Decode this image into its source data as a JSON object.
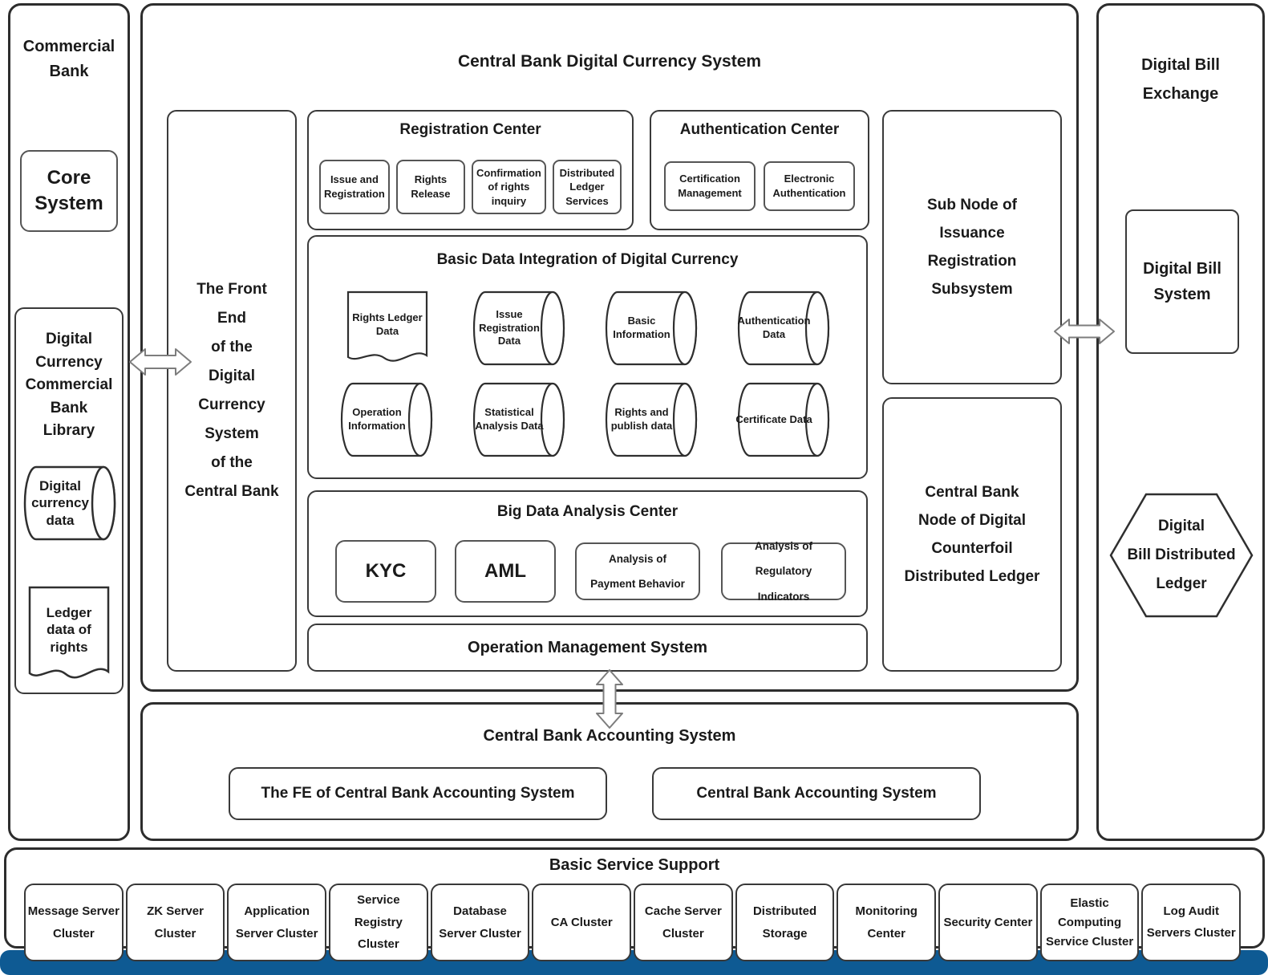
{
  "diagram": {
    "colors": {
      "accent_bar": "#0e5a93",
      "border": "#2d2d2d"
    },
    "left_panel": {
      "title": "Commercial Bank",
      "core_system": "Core System",
      "library_title": "Digital Currency Commercial Bank Library",
      "digital_currency_data": "Digital currency data",
      "ledger_data_of_rights": "Ledger data of rights"
    },
    "central_panel": {
      "title": "Central Bank Digital Currency System",
      "front_end_lines": [
        "The Front",
        "End",
        "of the",
        "Digital",
        "Currency",
        "System",
        "of the",
        "Central Bank"
      ],
      "registration_center": {
        "title": "Registration Center",
        "items": [
          "Issue and Registration",
          "Rights Release",
          "Confirmation of rights inquiry",
          "Distributed Ledger Services"
        ]
      },
      "authentication_center": {
        "title": "Authentication Center",
        "items": [
          "Certification Management",
          "Electronic Authentication"
        ]
      },
      "basic_data": {
        "title": "Basic Data Integration of Digital Currency",
        "row1": [
          "Rights Ledger Data",
          "Issue Registration Data",
          "Basic Information",
          "Authentication Data"
        ],
        "row2": [
          "Operation Information",
          "Statistical Analysis Data",
          "Rights and publish data",
          "Certificate Data"
        ]
      },
      "big_data": {
        "title": "Big Data Analysis Center",
        "items": [
          "KYC",
          "AML",
          "Analysis of Payment Behavior",
          "Analysis of Regulatory Indicators"
        ]
      },
      "operation_management": "Operation Management System",
      "sub_node_lines": [
        "Sub Node of",
        "Issuance",
        "Registration",
        "Subsystem"
      ],
      "cb_node_lines": [
        "Central Bank",
        "Node of Digital",
        "Counterfoil",
        "Distributed Ledger"
      ]
    },
    "right_panel": {
      "title": "Digital Bill Exchange",
      "digital_bill_system": "Digital Bill System",
      "hexagon_lines": [
        "Digital",
        "Bill Distributed",
        "Ledger"
      ]
    },
    "accounting_panel": {
      "title": "Central Bank Accounting System",
      "fe_box": "The FE of Central Bank Accounting System",
      "cb_box": "Central Bank Accounting System"
    },
    "bss": {
      "title": "Basic Service Support",
      "clusters": [
        "Message Server Cluster",
        "ZK Server Cluster",
        "Application Server Cluster",
        "Service Registry Cluster",
        "Database Server Cluster",
        "CA Cluster",
        "Cache Server Cluster",
        "Distributed Storage",
        "Monitoring Center",
        "Security Center",
        "Elastic Computing Service Cluster",
        "Log Audit Servers Cluster"
      ]
    }
  }
}
